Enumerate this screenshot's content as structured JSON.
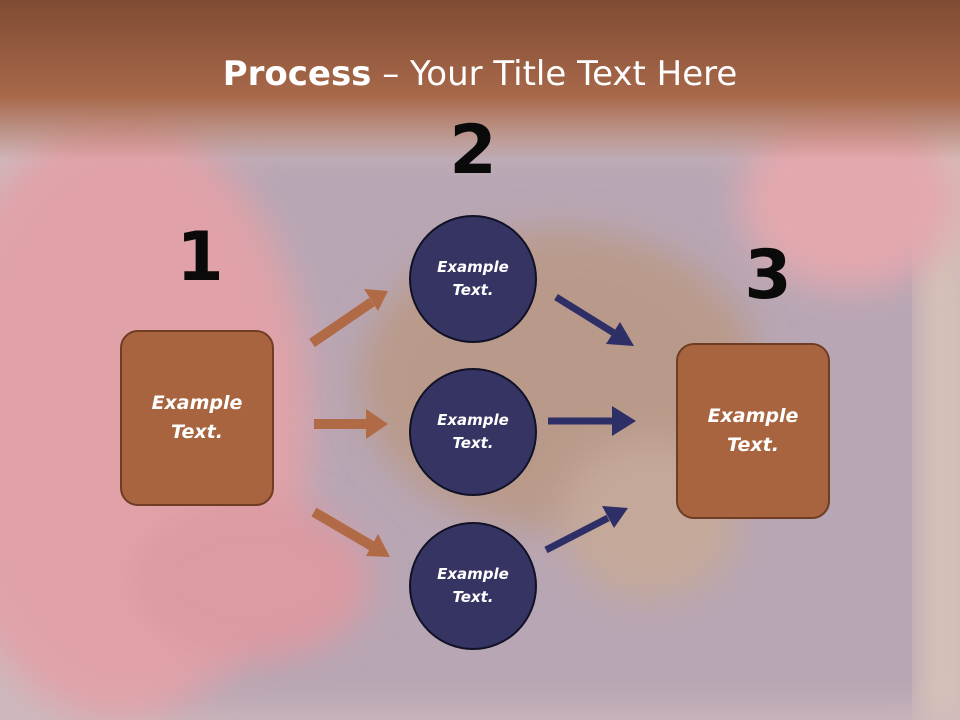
{
  "slide": {
    "title_bold": "Process",
    "title_rest": " – Your Title Text Here",
    "step_numbers": [
      "1",
      "2",
      "3"
    ],
    "box_left": "Example Text.",
    "box_right": "Example Text.",
    "circles": [
      "Example Text.",
      "Example Text.",
      "Example Text."
    ]
  },
  "colors": {
    "brown_box": "#a8643f",
    "navy_circle": "#353463",
    "brown_arrow": "#b06a45",
    "navy_arrow": "#2e2f66",
    "title_band": "#a8684a"
  }
}
